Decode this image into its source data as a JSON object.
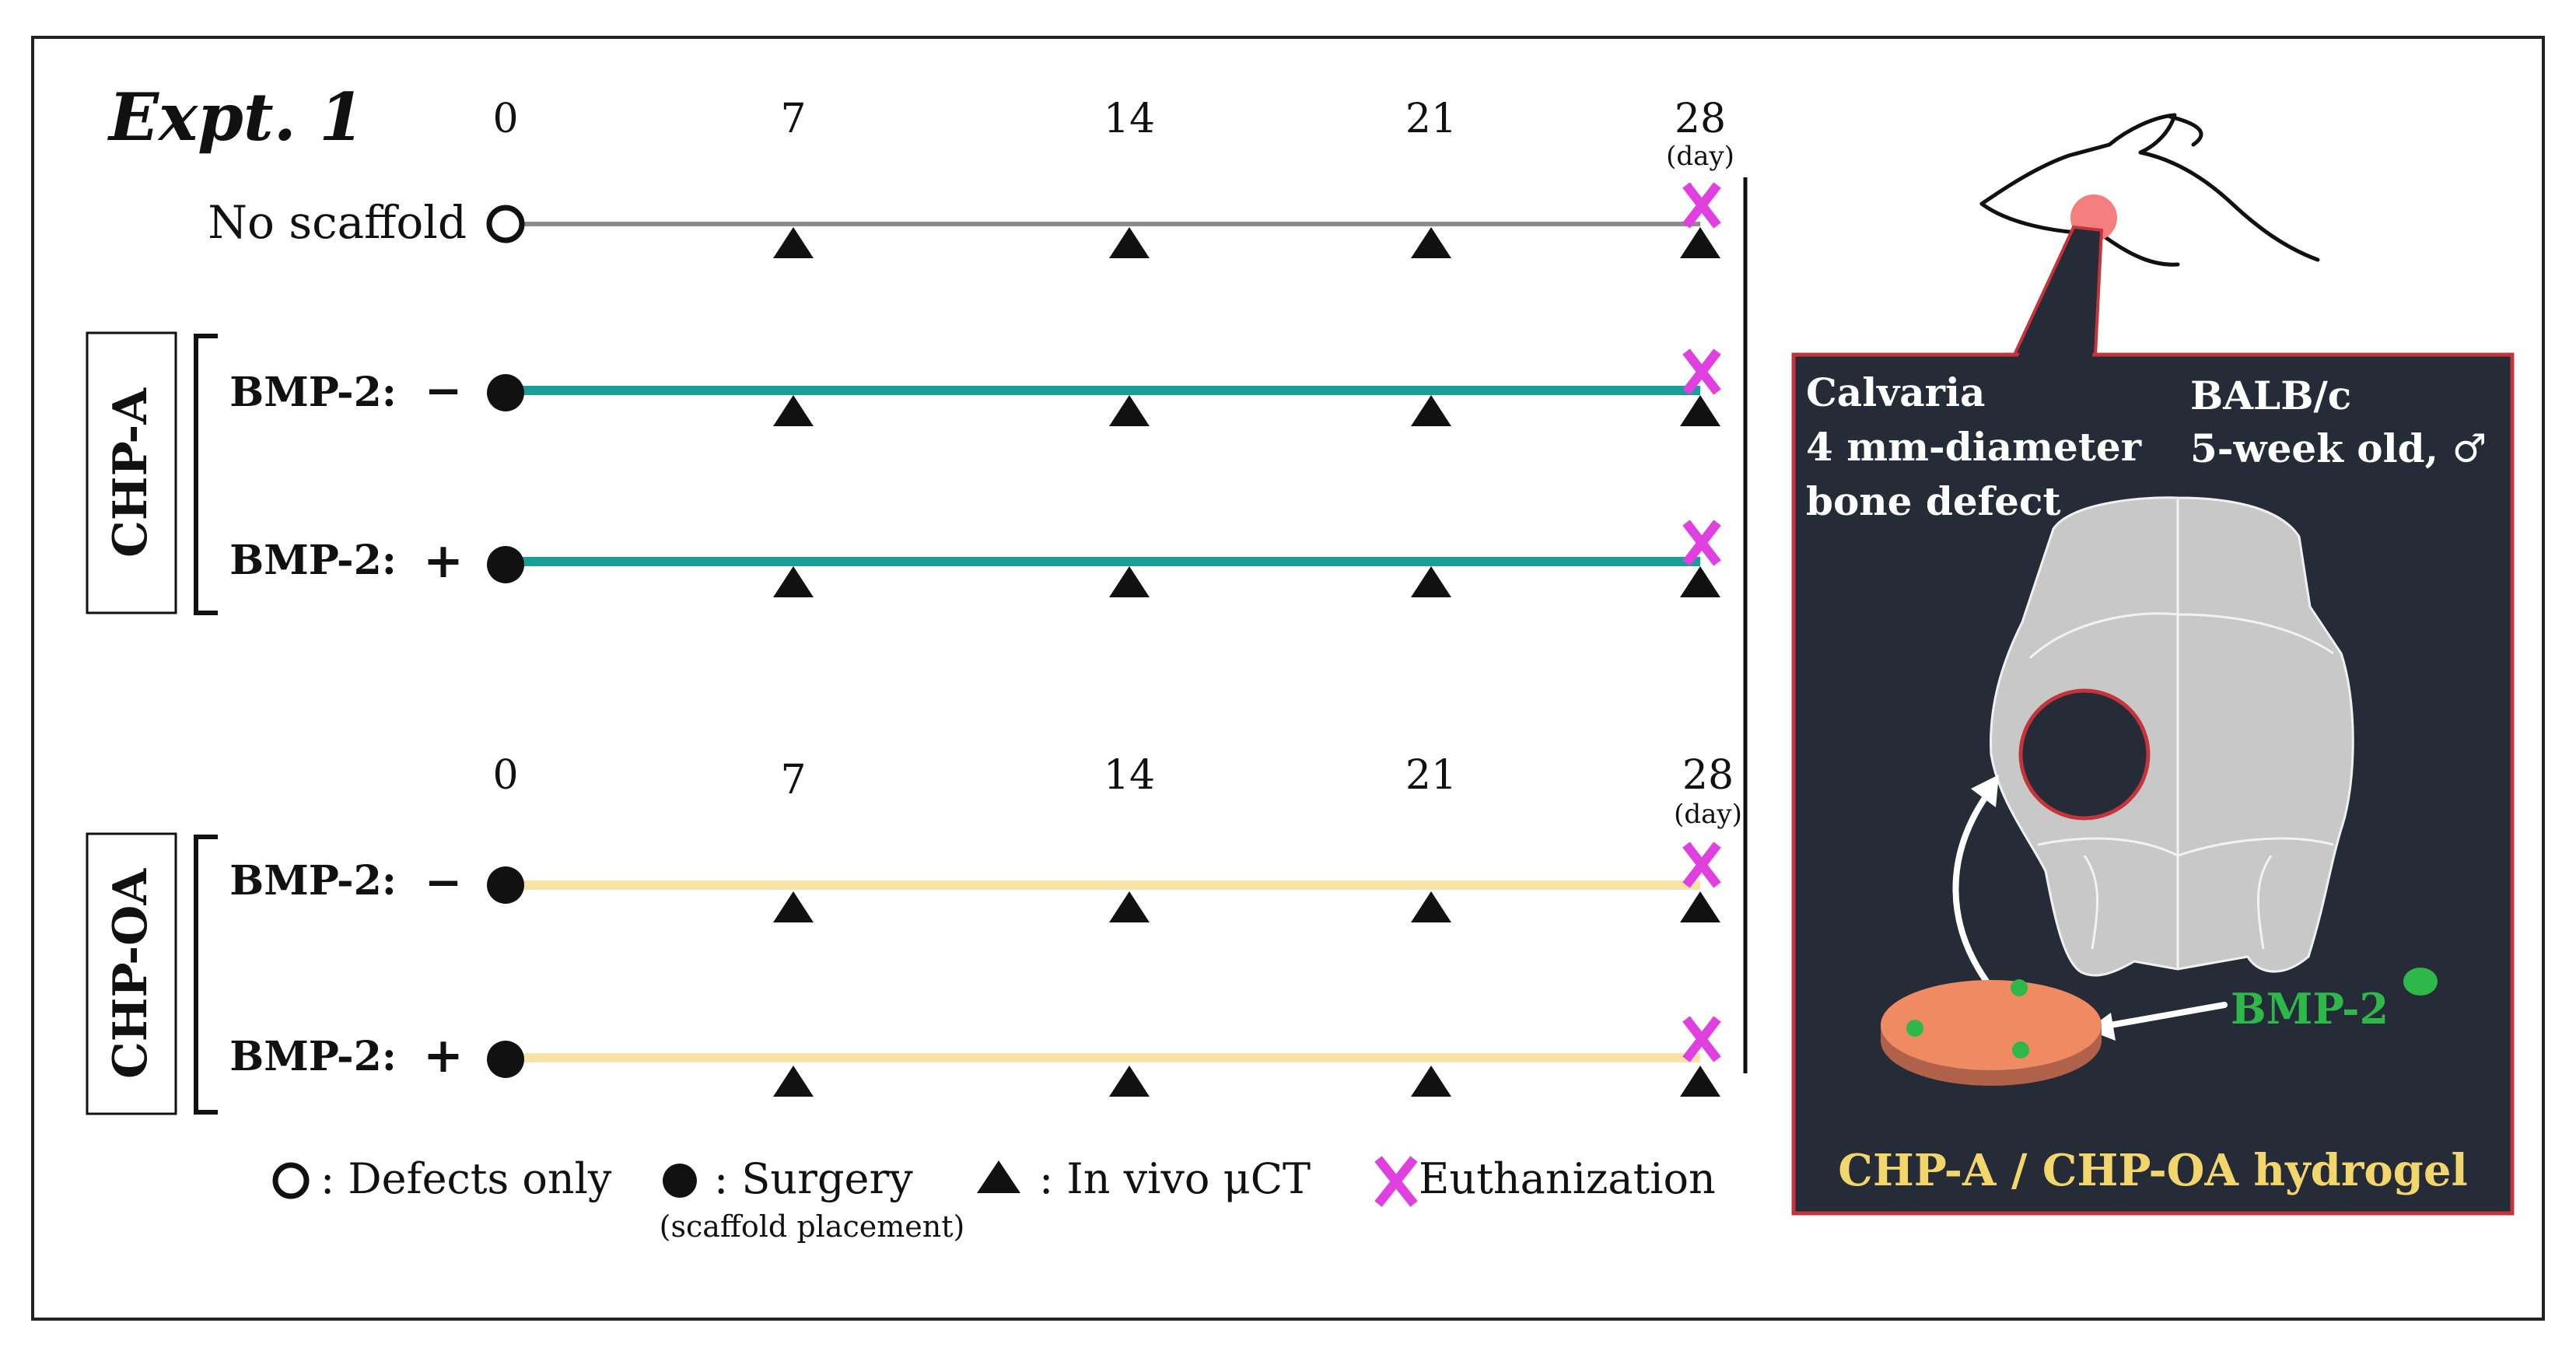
{
  "title": "Expt. 1",
  "timeline_top": {
    "days": [
      "0",
      "7",
      "14",
      "21",
      "28"
    ],
    "day_unit": "(day)"
  },
  "timeline_bottom": {
    "days": [
      "0",
      "7",
      "14",
      "21",
      "28"
    ],
    "day_unit": "(day)"
  },
  "groups": {
    "no_scaffold": "No scaffold",
    "chp_a": "CHP-A",
    "chp_oa": "CHP-OA"
  },
  "rows": [
    {
      "label": "BMP-2:",
      "sign": "−"
    },
    {
      "label": "BMP-2:",
      "sign": "+"
    },
    {
      "label": "BMP-2:",
      "sign": "−"
    },
    {
      "label": "BMP-2:",
      "sign": "+"
    }
  ],
  "legend": {
    "defects_only": ": Defects only",
    "surgery": ": Surgery",
    "surgery_sub": "(scaffold placement)",
    "ct": ": In vivo μCT",
    "euthanization": "Euthanization"
  },
  "panel": {
    "calvaria_lines": [
      "Calvaria",
      "4 mm-diameter",
      "bone defect"
    ],
    "mouse_lines": [
      "BALB/c",
      "5-week old, ♂"
    ],
    "bmp_label": "BMP-2",
    "hydrogel_label": "CHP-A / CHP-OA  hydrogel"
  },
  "colors": {
    "no_scaffold_line": "#8c8c8c",
    "chp_a_line": "#1a9e98",
    "chp_oa_line": "#f8e2a6",
    "euthanization_x": "#e040e0",
    "panel_bg": "#252b37",
    "panel_border": "#c4343a",
    "skull": "#c8c8c8",
    "hydrogel": "#f08a62",
    "bmp_green": "#2eb84a",
    "hydrogel_text": "#f3d66b",
    "mouse_spot": "#f37f7f"
  }
}
